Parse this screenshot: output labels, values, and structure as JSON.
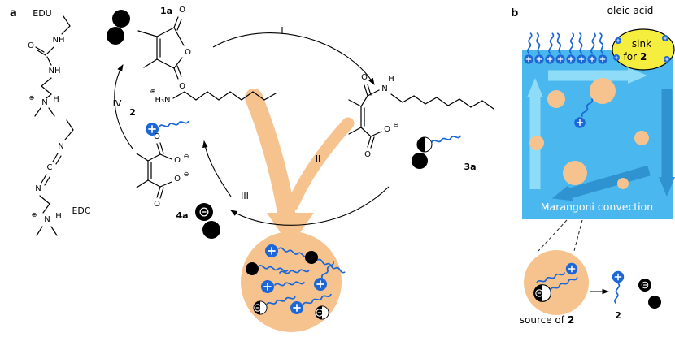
{
  "figure": {
    "panel_a_label": "a",
    "panel_b_label": "b"
  },
  "compounds": {
    "edu": "EDU",
    "edc": "EDC",
    "c1a": "1a",
    "c2": "2",
    "c3a": "3a",
    "c4a": "4a"
  },
  "steps": {
    "i": "I",
    "ii": "II",
    "iii": "III",
    "iv": "IV"
  },
  "atoms": {
    "nh": "NH",
    "n": "N",
    "h": "H",
    "o": "O",
    "c": "C",
    "h3n": "H₃N",
    "plus": "⊕",
    "minus": "⊖"
  },
  "panel_b": {
    "oleic_acid": "oleic acid",
    "sink_line1": "sink",
    "sink_line2": "for",
    "sink_bold_two": "2",
    "marangoni": "Marangoni convection",
    "source_label": "source of",
    "source_bold_two": "2",
    "released_two": "2"
  },
  "symbols": {
    "cation_charge": "+",
    "anion_charge": "−"
  },
  "colors": {
    "blue": "#1c66d6",
    "box_blue": "#4ab7ee",
    "arrow_light": "#8edcf8",
    "arrow_dark": "#2f93d2",
    "orange": "#f6c38f",
    "yellow": "#f6ee3e"
  }
}
